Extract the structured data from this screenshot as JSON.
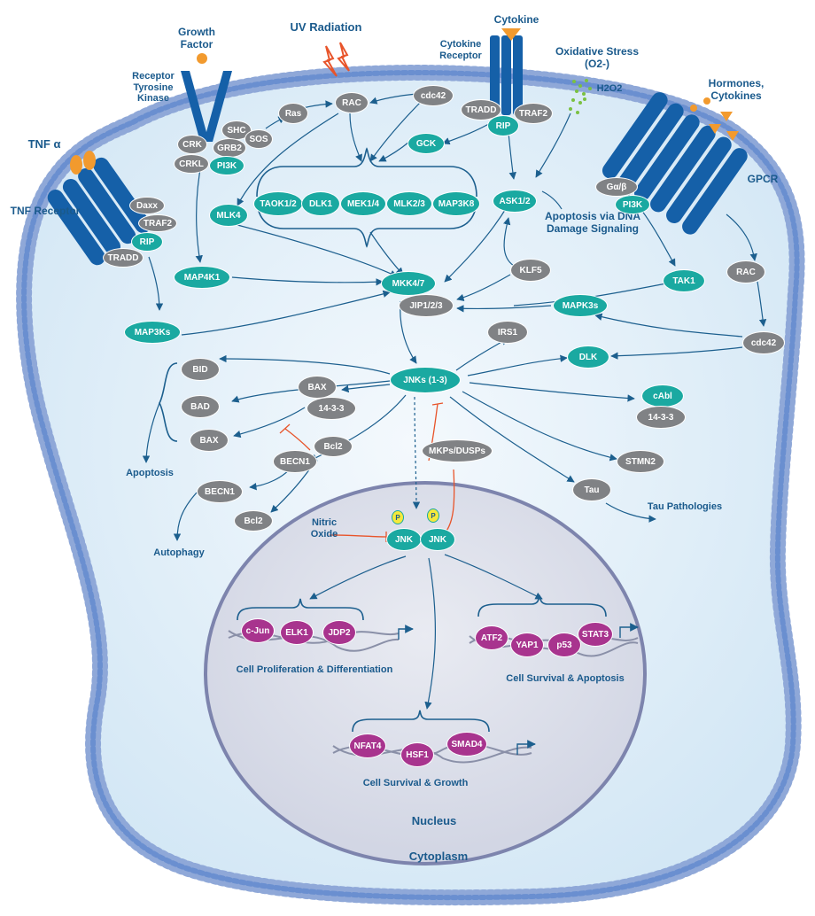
{
  "labels": {
    "growth_factor": "Growth Factor",
    "rtk": "Receptor Tyrosine Kinase",
    "uv": "UV Radiation",
    "cytokine": "Cytokine",
    "cytokine_receptor": "Cytokine Receptor",
    "oxidative": "Oxidative Stress (O2-)",
    "h2o2": "H2O2",
    "hormones": "Hormones, Cytokines",
    "tnf": "TNF α",
    "tnf_receptor": "TNF Receptor",
    "gpcr": "GPCR",
    "apoptosis_dna": "Apoptosis via DNA Damage Signaling",
    "apoptosis": "Apoptosis",
    "autophagy": "Autophagy",
    "tau_path": "Tau Pathologies",
    "nitric": "Nitric Oxide",
    "cell_prolif": "Cell Proliferation & Differentiation",
    "cell_surv_apop": "Cell Survival & Apoptosis",
    "cell_surv_growth": "Cell Survival & Growth",
    "nucleus": "Nucleus",
    "cytoplasm": "Cytoplasm"
  },
  "nodes": {
    "shc": "SHC",
    "grb2": "GRB2",
    "crk": "CRK",
    "sos": "SOS",
    "crkl": "CRKL",
    "pi3k_rtk": "PI3K",
    "ras": "Ras",
    "rac_top": "RAC",
    "cdc42_top": "cdc42",
    "tradd_cr": "TRADD",
    "traf2_cr": "TRAF2",
    "rip_cr": "RIP",
    "gck": "GCK",
    "daxx": "Daxx",
    "traf2_tnf": "TRAF2",
    "rip_tnf": "RIP",
    "tradd_tnf": "TRADD",
    "galpha": "Gα/β",
    "pi3k_gpcr": "PI3K",
    "mlk4": "MLK4",
    "taok": "TAOK1/2",
    "dlk_top": "DLK1",
    "mek14": "MEK1/4",
    "mlk23": "MLK2/3",
    "map3k8": "MAP3K8",
    "ask12": "ASK1/2",
    "map4k1": "MAP4K1",
    "mkk47": "MKK4/7",
    "jip": "JIP1/2/3",
    "klf5": "KLF5",
    "tak1": "TAK1",
    "rac_right": "RAC",
    "mapk3s": "MAPK3s",
    "cdc42_right": "cdc42",
    "map3ks": "MAP3Ks",
    "jnks": "JNKs (1-3)",
    "irs1": "IRS1",
    "dlk_right": "DLK",
    "cabl": "cAbl",
    "s1433_right": "14-3-3",
    "stmn2": "STMN2",
    "tau": "Tau",
    "bid": "BID",
    "bad": "BAD",
    "bax_left": "BAX",
    "bax_mid": "BAX",
    "s1433_mid": "14-3-3",
    "becn1_mid": "BECN1",
    "bcl2_mid": "Bcl2",
    "becn1_low": "BECN1",
    "bcl2_low": "Bcl2",
    "mkps": "MKPs/DUSPs",
    "jnk1": "JNK",
    "jnk2": "JNK",
    "p": "P",
    "cjun": "c-Jun",
    "elk1": "ELK1",
    "jdp2": "JDP2",
    "atf2": "ATF2",
    "yap1": "YAP1",
    "p53": "p53",
    "stat3": "STAT3",
    "nfat4": "NFAT4",
    "hsf1": "HSF1",
    "smad4": "SMAD4"
  },
  "colors": {
    "teal": "#1aa9a1",
    "gray": "#808285",
    "purple": "#a8348e",
    "receptor": "#1560a8",
    "orange": "#f29a2e",
    "inhibit": "#e8542a",
    "text": "#1a5a8c",
    "cell_fill": "#e4f1fa",
    "nucleus_fill": "#dcdfea"
  }
}
